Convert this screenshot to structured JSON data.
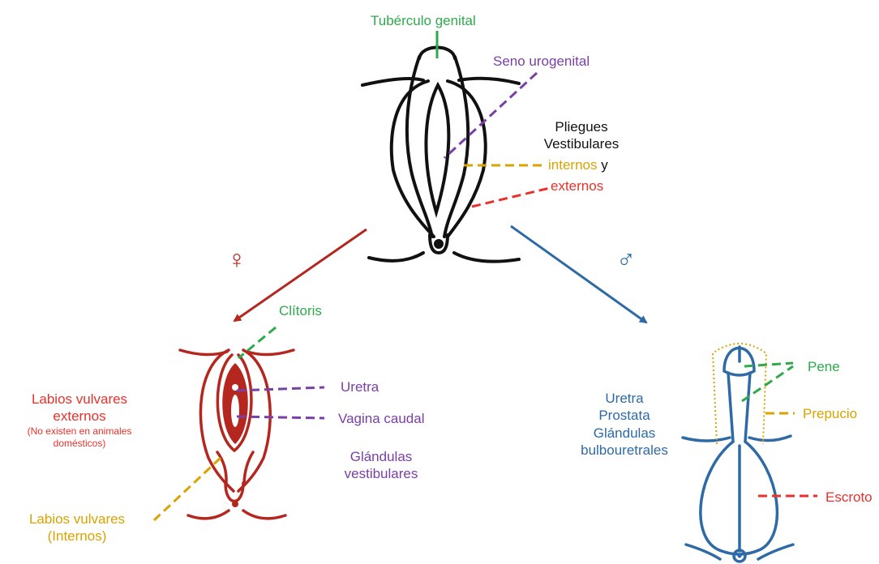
{
  "colors": {
    "green": "#2eaa4b",
    "purple": "#7a3fa6",
    "orange": "#d9a300",
    "red": "#e8312b",
    "female": "#b5271e",
    "male": "#2e6aa6",
    "black": "#111111"
  },
  "symbols": {
    "female": "♀",
    "male": "♂"
  },
  "indifferent": {
    "genital_tubercle": "Tubérculo genital",
    "urogenital_sinus": "Seno urogenital",
    "folds_line1": "Pliegues",
    "folds_line2": "Vestibulares",
    "inner": "internos",
    "and": " y",
    "outer": "externos"
  },
  "female": {
    "clitoris": "Clítoris",
    "urethra": "Uretra",
    "vagina": "Vagina caudal",
    "glands_line1": "Glándulas",
    "glands_line2": "vestibulares",
    "outer_labia_line1": "Labios vulvares",
    "outer_labia_line2": "externos",
    "outer_note_line1": "(No existen en animales",
    "outer_note_line2": "domésticos)",
    "inner_labia_line1": "Labios vulvares",
    "inner_labia_line2": "(Internos)"
  },
  "male": {
    "urethra": "Uretra",
    "prostate": "Prostata",
    "glands_line1": "Glándulas",
    "glands_line2": "bulbouretrales",
    "penis": "Pene",
    "prepuce": "Prepucio",
    "scrotum": "Escroto"
  }
}
